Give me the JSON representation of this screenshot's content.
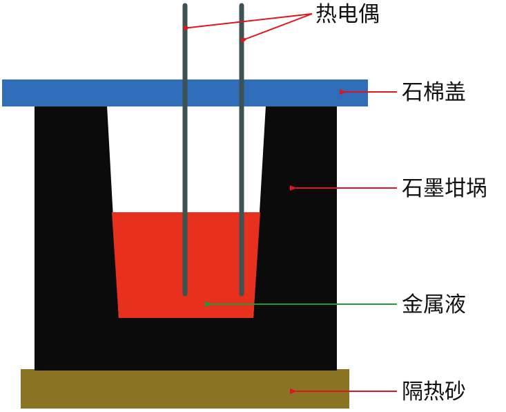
{
  "labels": {
    "thermocouple": "热电偶",
    "asbestos_lid": "石棉盖",
    "graphite_crucible": "石墨坩埚",
    "molten_metal": "金属液",
    "insulating_sand": "隔热砂"
  },
  "colors": {
    "lid": "#2f6db8",
    "crucible": "#0b0b0b",
    "molten_metal": "#e8301e",
    "sand": "#8a7322",
    "thermocouple": "#3d5252",
    "arrow_red": "#e0141e",
    "arrow_green": "#1f9a3a"
  }
}
